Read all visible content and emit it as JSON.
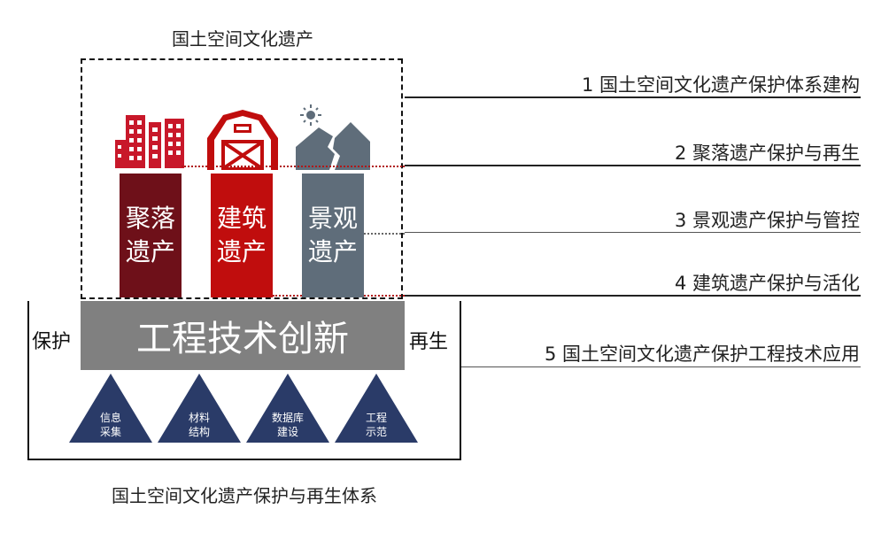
{
  "top_title": "国土空间文化遗产",
  "bottom_title": "国土空间文化遗产保护与再生体系",
  "pillars": [
    {
      "line1": "聚落",
      "line2": "遗产",
      "color": "#6e1019"
    },
    {
      "line1": "建筑",
      "line2": "遗产",
      "color": "#c00d0d"
    },
    {
      "line1": "景观",
      "line2": "遗产",
      "color": "#5f6d7a"
    }
  ],
  "engineering": "工程技术创新",
  "side_labels": {
    "left": "保护",
    "right": "再生"
  },
  "triangles": [
    {
      "line1": "信息",
      "line2": "采集"
    },
    {
      "line1": "材料",
      "line2": "结构"
    },
    {
      "line1": "数据库",
      "line2": "建设"
    },
    {
      "line1": "工程",
      "line2": "示范"
    }
  ],
  "right_items": [
    "1 国土空间文化遗产保护体系建构",
    "2 聚落遗产保护与再生",
    "3 景观遗产保护与管控",
    "4 建筑遗产保护与活化",
    "5 国土空间文化遗产保护工程技术应用"
  ],
  "colors": {
    "navy": "#2a3b68",
    "engineering_gray": "#808080",
    "dark_red": "#6e1019",
    "red": "#c00d0d",
    "slate": "#5f6d7a"
  }
}
